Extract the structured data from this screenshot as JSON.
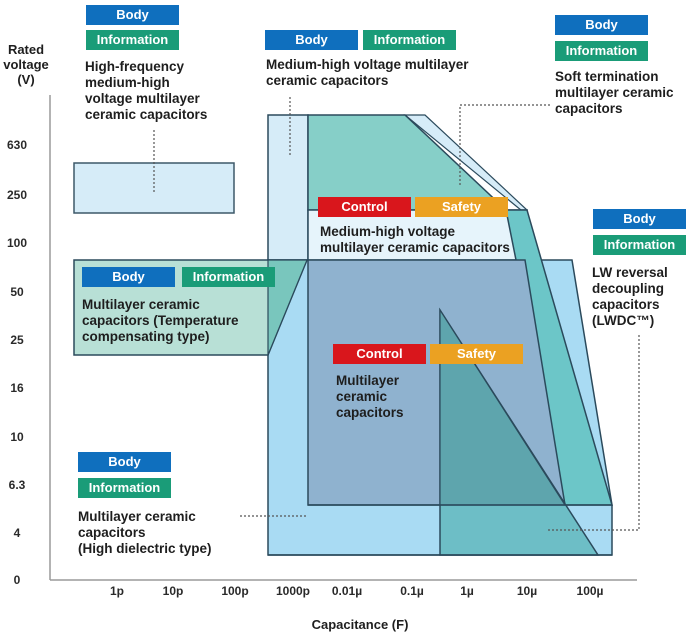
{
  "chart_data": {
    "type": "diagram",
    "title": "",
    "xlabel": "Capacitance (F)",
    "ylabel": "Rated voltage (V)",
    "x_ticks": [
      "1p",
      "10p",
      "100p",
      "1000p",
      "0.01µ",
      "0.1µ",
      "1µ",
      "10µ",
      "100µ"
    ],
    "y_ticks": [
      "630",
      "250",
      "100",
      "50",
      "25",
      "16",
      "10",
      "6.3",
      "4",
      "0"
    ],
    "regions": [
      {
        "name": "High-frequency medium-high voltage multilayer ceramic capacitors",
        "tags": [
          "Body",
          "Information"
        ],
        "cap_range": [
          "~0.5p",
          "~300p"
        ],
        "voltage_range": [
          "~250",
          "~500"
        ]
      },
      {
        "name": "Medium-high voltage multilayer ceramic capacitors",
        "tags": [
          "Body",
          "Information"
        ],
        "cap_range": [
          "~1000p",
          "~10µ"
        ],
        "voltage_range": [
          "~100",
          ">630"
        ]
      },
      {
        "name": "Soft termination multilayer ceramic capacitors",
        "tags": [
          "Body",
          "Information"
        ],
        "cap_range": [
          "~1000p",
          "~10µ"
        ],
        "voltage_range": [
          "~100",
          ">630"
        ]
      },
      {
        "name": "Medium-high voltage multilayer ceramic capacitors",
        "tags": [
          "Control",
          "Safety"
        ],
        "cap_range": [
          "~0.001µ",
          "~10µ"
        ],
        "voltage_range": [
          "~100",
          "~250"
        ]
      },
      {
        "name": "Multilayer ceramic capacitors (Temperature compensating type)",
        "tags": [
          "Body",
          "Information"
        ],
        "cap_range": [
          "~0.5p",
          "~1000p"
        ],
        "voltage_range": [
          "~25",
          "~63"
        ]
      },
      {
        "name": "Multilayer ceramic capacitors",
        "tags": [
          "Control",
          "Safety"
        ],
        "cap_range": [
          "~0.001µ",
          "~50µ"
        ],
        "voltage_range": [
          "~6.3",
          "~100"
        ]
      },
      {
        "name": "LW reversal decoupling capacitors (LWDC™)",
        "tags": [
          "Body",
          "Information"
        ],
        "cap_range": [
          "~0.1µ",
          "~100µ"
        ],
        "voltage_range": [
          "~4",
          "~50"
        ]
      },
      {
        "name": "Multilayer ceramic capacitors (High dielectric type)",
        "tags": [
          "Body",
          "Information"
        ],
        "cap_range": [
          "~300p",
          "~200µ"
        ],
        "voltage_range": [
          "~4",
          "~63"
        ]
      }
    ]
  },
  "axis": {
    "y_title": "Rated\nvoltage\n(V)",
    "x_title": "Capacitance (F)",
    "y_ticks": [
      "630",
      "250",
      "100",
      "50",
      "25",
      "16",
      "10",
      "6.3",
      "4",
      "0"
    ],
    "x_ticks": [
      "1p",
      "10p",
      "100p",
      "1000p",
      "0.01µ",
      "0.1µ",
      "1µ",
      "10µ",
      "100µ"
    ]
  },
  "tags": {
    "body": "Body",
    "information": "Information",
    "control": "Control",
    "safety": "Safety"
  },
  "labels": {
    "hf_mhv": "High-frequency\nmedium-high\nvoltage multilayer\nceramic capacitors",
    "mhv_top": "Medium-high voltage multilayer\nceramic capacitors",
    "soft_term": "Soft termination\nmultilayer ceramic\ncapacitors",
    "mhv_control": "Medium-high voltage\nmultilayer ceramic capacitors",
    "temp_comp": "Multilayer ceramic\ncapacitors (Temperature\ncompensating type)",
    "mlcc_control": "Multilayer\nceramic\ncapacitors",
    "lwdc": "LW reversal\ndecoupling\ncapacitors\n(LWDC™)",
    "high_diel": "Multilayer ceramic\ncapacitors\n(High dielectric type)"
  },
  "colors": {
    "body": "#0f6fbe",
    "information": "#1a9c78",
    "control": "#d9161c",
    "safety": "#eba122",
    "light_blue": "#d6ecf8",
    "sky_blue": "#a9dbf3",
    "teal": "#7fcdc8",
    "steel_blue": "#8fb2cf",
    "dark_teal": "#5ea5ad",
    "outline": "#2b4a5c"
  }
}
